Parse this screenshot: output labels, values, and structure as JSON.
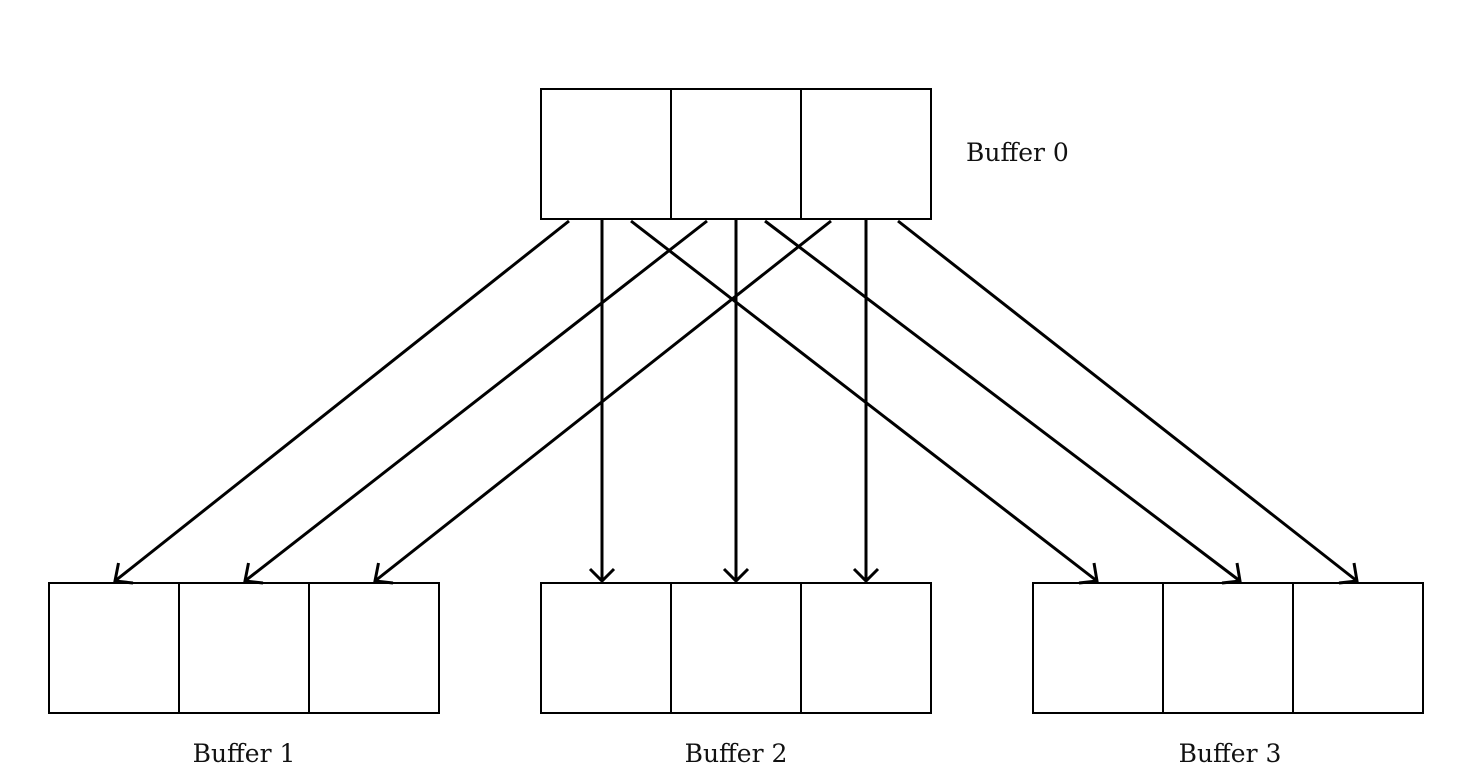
{
  "diagram": {
    "buffers": [
      {
        "id": "buffer-0",
        "label": "Buffer 0",
        "cells": 3
      },
      {
        "id": "buffer-1",
        "label": "Buffer 1",
        "cells": 3
      },
      {
        "id": "buffer-2",
        "label": "Buffer 2",
        "cells": 3
      },
      {
        "id": "buffer-3",
        "label": "Buffer 3",
        "cells": 3
      }
    ],
    "edges": [
      {
        "from": "buffer-0",
        "to": "buffer-1"
      },
      {
        "from": "buffer-0",
        "to": "buffer-1"
      },
      {
        "from": "buffer-0",
        "to": "buffer-1"
      },
      {
        "from": "buffer-0",
        "to": "buffer-2"
      },
      {
        "from": "buffer-0",
        "to": "buffer-2"
      },
      {
        "from": "buffer-0",
        "to": "buffer-2"
      },
      {
        "from": "buffer-0",
        "to": "buffer-3"
      },
      {
        "from": "buffer-0",
        "to": "buffer-3"
      },
      {
        "from": "buffer-0",
        "to": "buffer-3"
      }
    ],
    "colors": {
      "stroke": "#000000",
      "background": "#ffffff"
    }
  }
}
